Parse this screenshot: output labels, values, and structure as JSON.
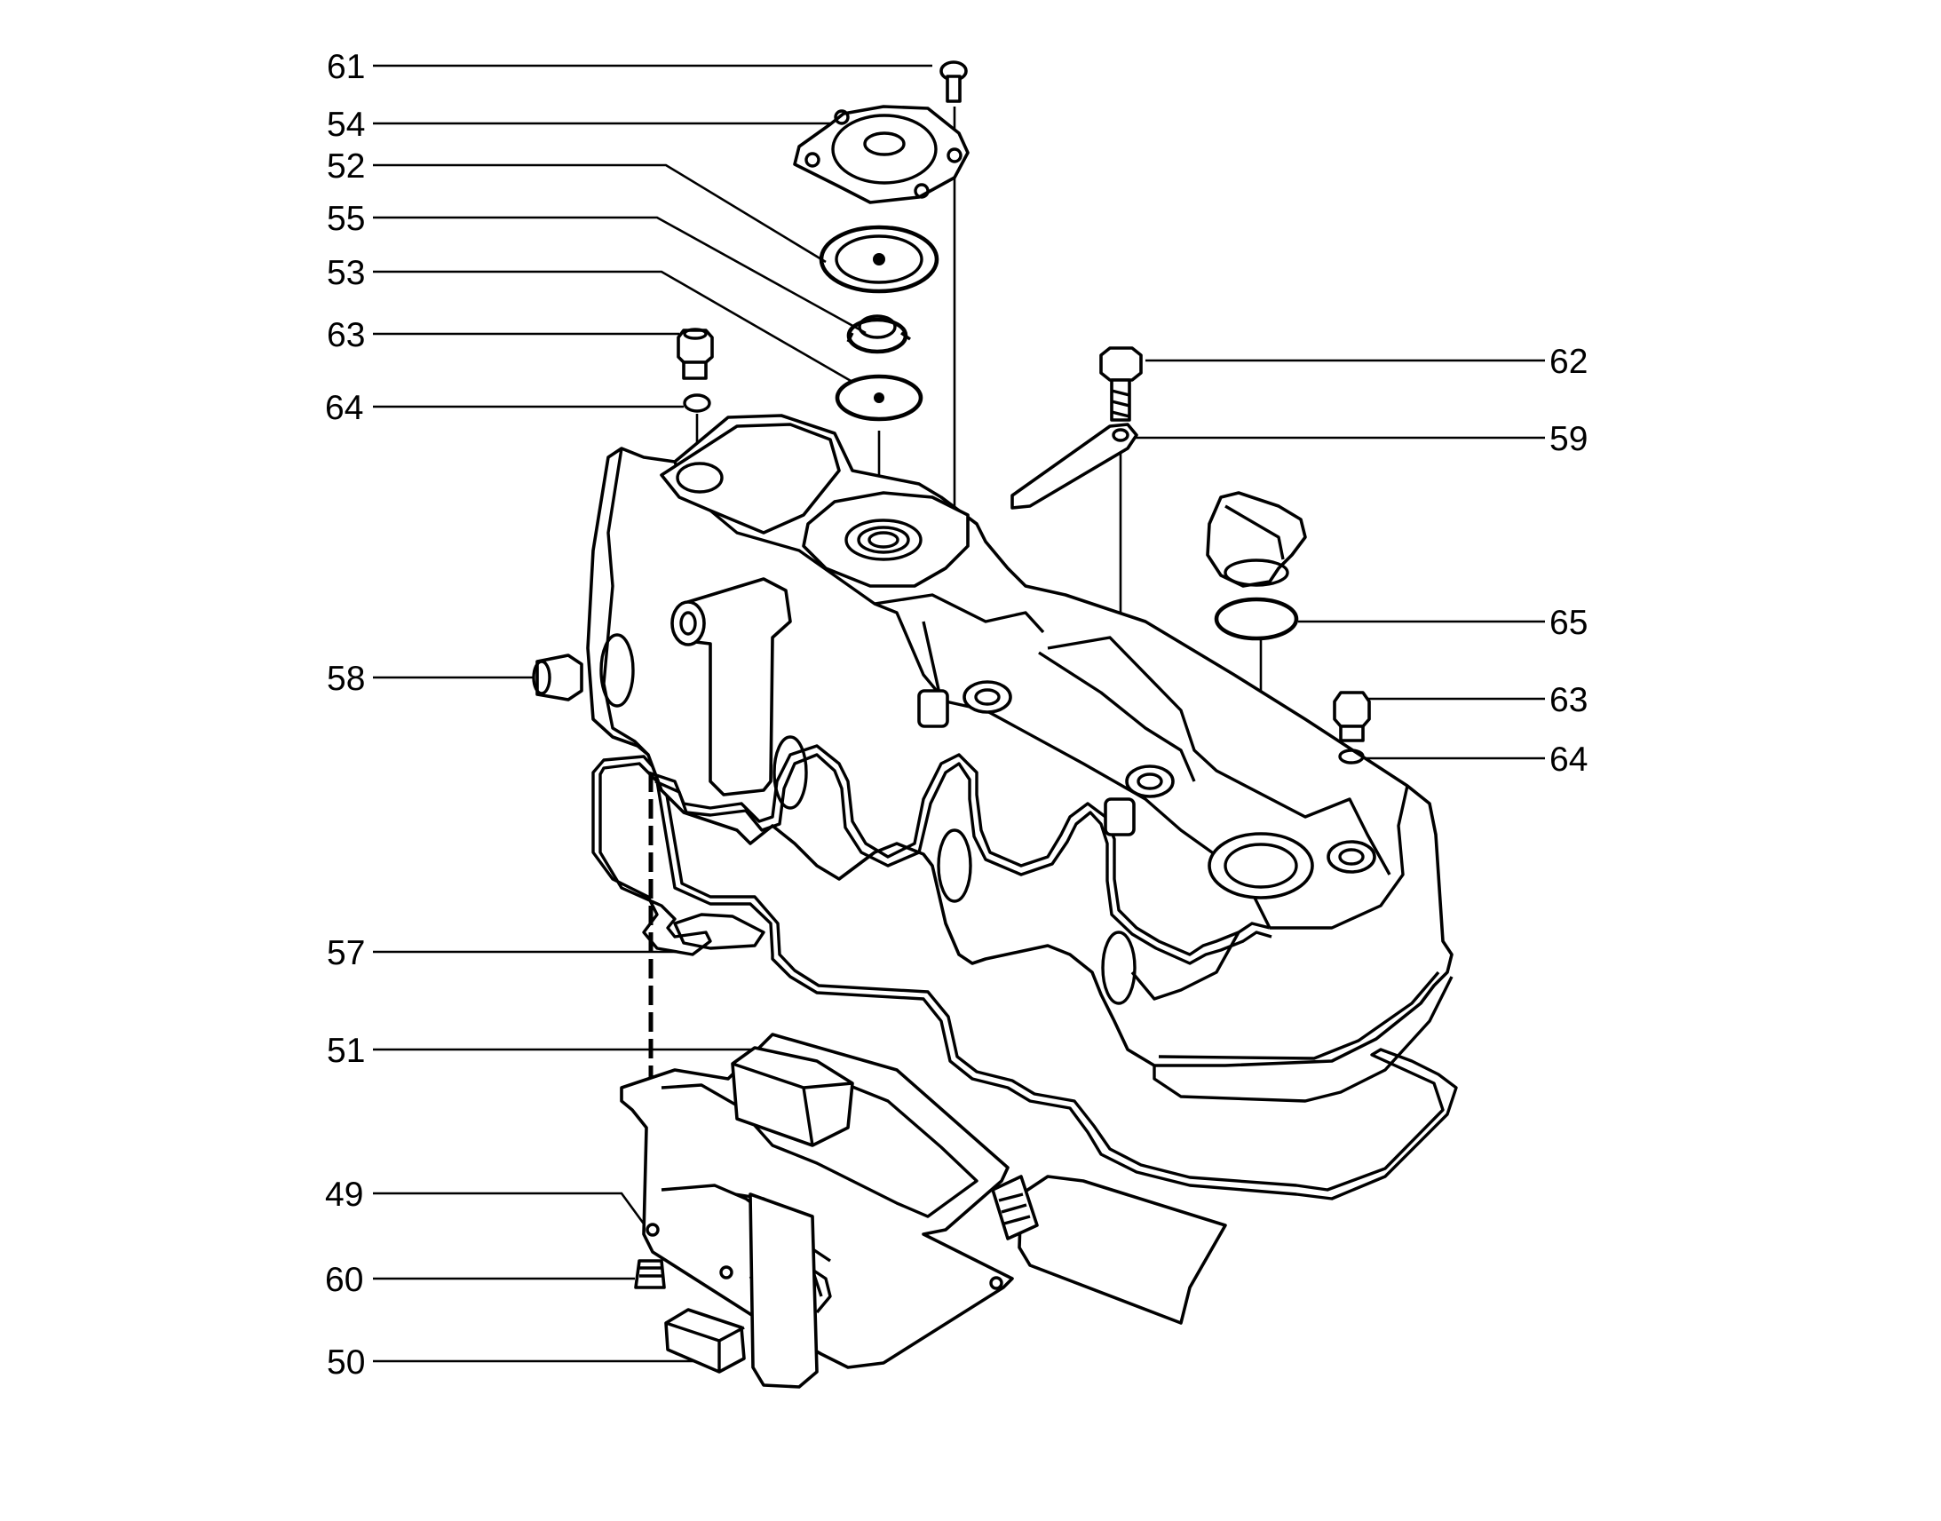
{
  "callouts": [
    {
      "id": "c61a",
      "label": "61"
    },
    {
      "id": "c54",
      "label": "54"
    },
    {
      "id": "c52",
      "label": "52"
    },
    {
      "id": "c55",
      "label": "55"
    },
    {
      "id": "c53",
      "label": "53"
    },
    {
      "id": "c63a",
      "label": "63"
    },
    {
      "id": "c64a",
      "label": "64"
    },
    {
      "id": "c58",
      "label": "58"
    },
    {
      "id": "c57",
      "label": "57"
    },
    {
      "id": "c51",
      "label": "51"
    },
    {
      "id": "c49",
      "label": "49"
    },
    {
      "id": "c60",
      "label": "60"
    },
    {
      "id": "c50",
      "label": "50"
    },
    {
      "id": "c62",
      "label": "62"
    },
    {
      "id": "c59",
      "label": "59"
    },
    {
      "id": "c65",
      "label": "65"
    },
    {
      "id": "c63b",
      "label": "63"
    },
    {
      "id": "c64b",
      "label": "64"
    }
  ]
}
